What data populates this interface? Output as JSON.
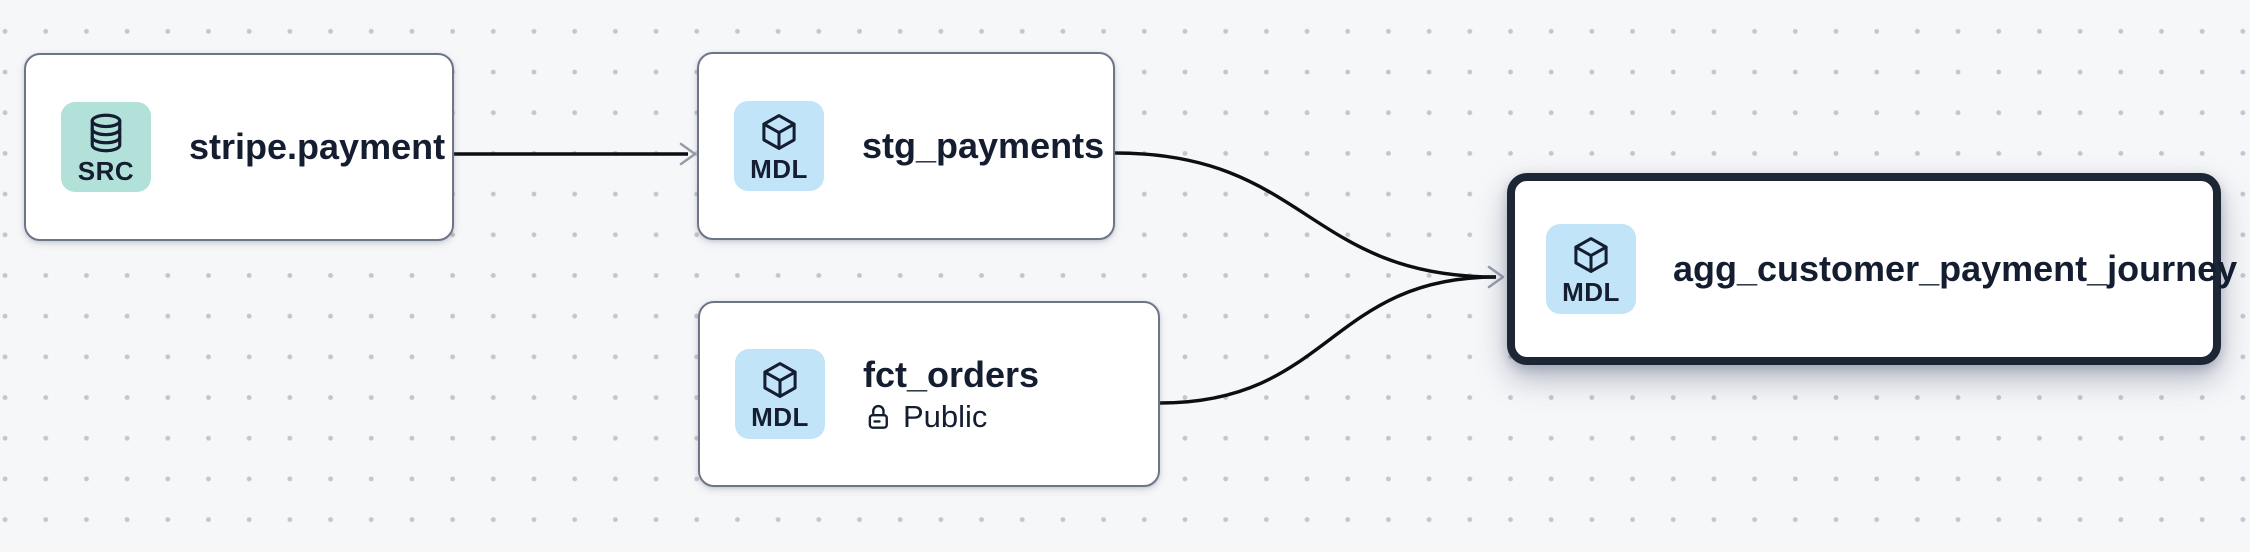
{
  "canvas": {
    "background_color": "#f6f7f9",
    "dot_color": "#c2c6cf"
  },
  "colors": {
    "node_background": "#ffffff",
    "node_border": "#6d7687",
    "selected_node_border": "#1d2635",
    "text": "#141e30",
    "edge": "#0c0e12",
    "arrowhead": "#969daa",
    "src_badge_background": "#b2e1da",
    "mdl_badge_background": "#c2e4f9"
  },
  "nodes": [
    {
      "title": "stripe.payment",
      "badge": "SRC",
      "kind": "source"
    },
    {
      "title": "stg_payments",
      "badge": "MDL",
      "kind": "model"
    },
    {
      "title": "fct_orders",
      "badge": "MDL",
      "kind": "model",
      "access_label": "Public"
    },
    {
      "title": "agg_customer_payment_journey",
      "badge": "MDL",
      "kind": "model",
      "selected": true
    }
  ],
  "edges": [
    {
      "from": "stripe.payment",
      "to": "stg_payments"
    },
    {
      "from": "stg_payments",
      "to": "agg_customer_payment_journey"
    },
    {
      "from": "fct_orders",
      "to": "agg_customer_payment_journey"
    }
  ]
}
